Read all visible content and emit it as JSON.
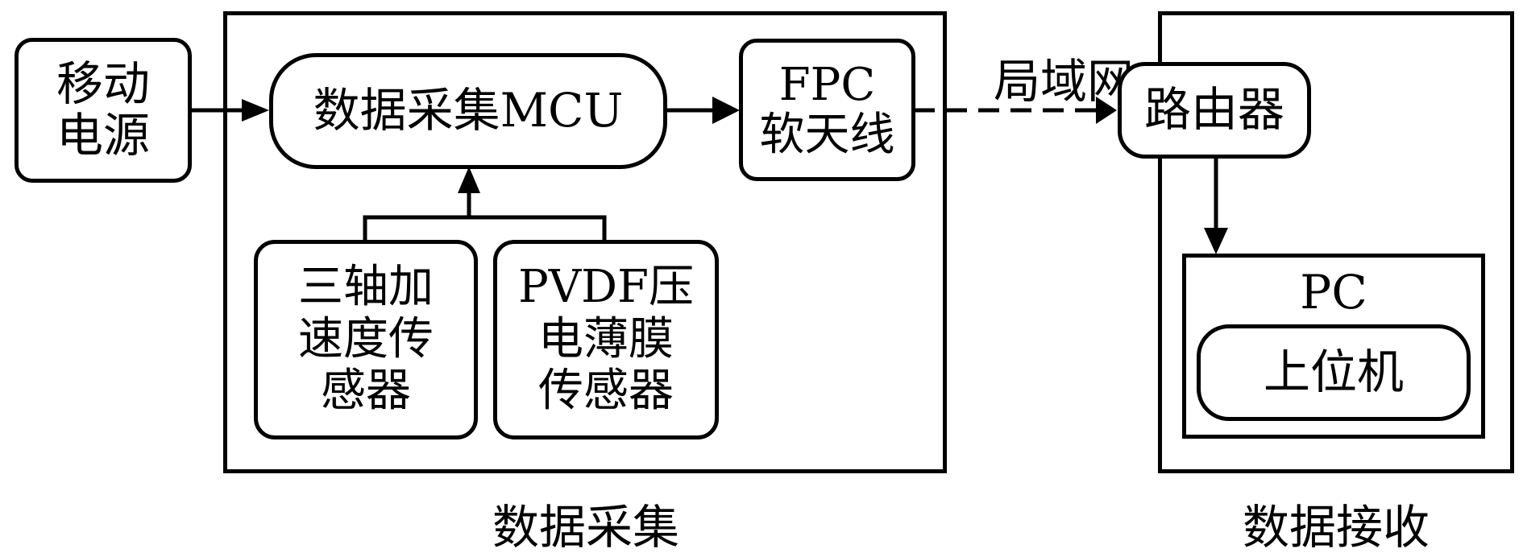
{
  "diagram": {
    "groups": {
      "acquisition": {
        "caption": "数据采集"
      },
      "reception": {
        "caption": "数据接收"
      }
    },
    "nodes": {
      "power": {
        "lines": [
          "移动",
          "电源"
        ]
      },
      "mcu": {
        "lines": [
          "数据采集MCU"
        ]
      },
      "antenna": {
        "lines": [
          "FPC",
          "软天线"
        ]
      },
      "accelerometer": {
        "lines": [
          "三轴加",
          "速度传",
          "感器"
        ]
      },
      "pvdf": {
        "lines": [
          "PVDF压",
          "电薄膜",
          "传感器"
        ]
      },
      "router": {
        "lines": [
          "路由器"
        ]
      },
      "pc": {
        "title": "PC"
      },
      "host": {
        "lines": [
          "上位机"
        ]
      }
    },
    "edges": [
      {
        "from": "power",
        "to": "mcu",
        "style": "solid"
      },
      {
        "from": "mcu",
        "to": "antenna",
        "style": "solid"
      },
      {
        "from": "accelerometer",
        "to": "mcu",
        "style": "solid"
      },
      {
        "from": "pvdf",
        "to": "mcu",
        "style": "solid"
      },
      {
        "from": "antenna",
        "to": "router",
        "style": "dashed",
        "label": "局域网"
      },
      {
        "from": "router",
        "to": "pc",
        "style": "solid"
      }
    ],
    "colors": {
      "stroke": "#000000",
      "background": "#ffffff"
    }
  }
}
